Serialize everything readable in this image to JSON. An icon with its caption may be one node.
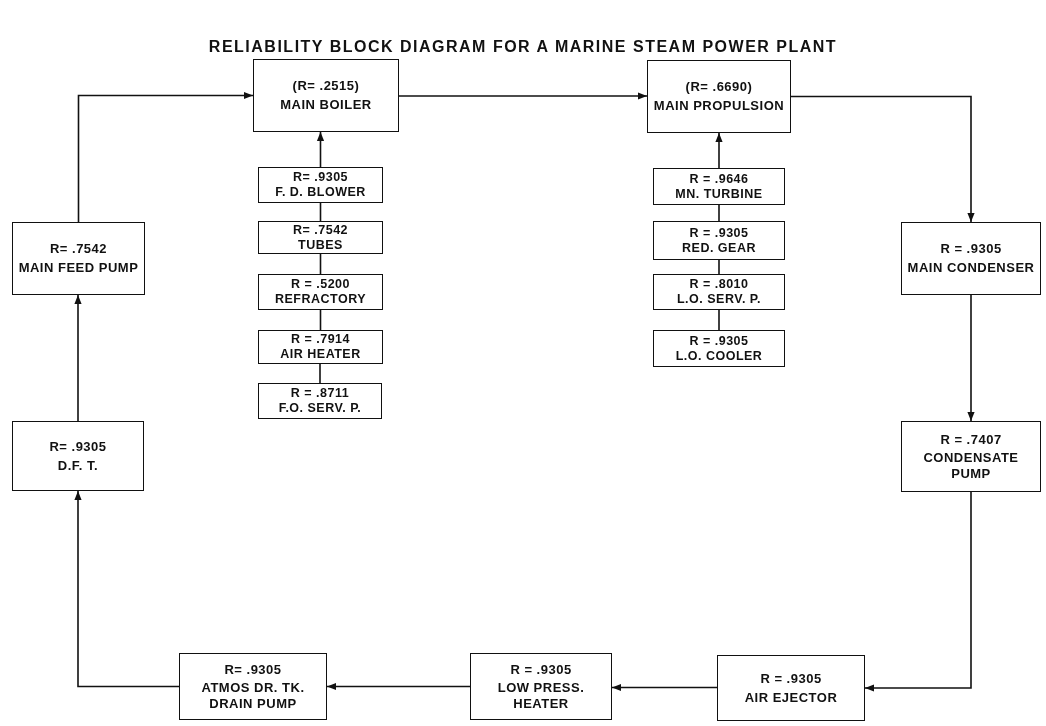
{
  "diagram": {
    "title": "RELIABILITY BLOCK DIAGRAM FOR A MARINE STEAM POWER PLANT",
    "nodes": [
      {
        "text": [
          "(R= .2515)",
          "MAIN BOILER"
        ]
      },
      {
        "text": [
          "(R= .6690)",
          "MAIN PROPULSION"
        ]
      },
      {
        "text": [
          "R= .9305",
          "F. D. BLOWER"
        ]
      },
      {
        "text": [
          "R= .7542",
          "TUBES"
        ]
      },
      {
        "text": [
          "R = .5200",
          "REFRACTORY"
        ]
      },
      {
        "text": [
          "R = .7914",
          "AIR HEATER"
        ]
      },
      {
        "text": [
          "R = .8711",
          "F.O. SERV. P."
        ]
      },
      {
        "text": [
          "R = .9646",
          "MN. TURBINE"
        ]
      },
      {
        "text": [
          "R = .9305",
          "RED. GEAR"
        ]
      },
      {
        "text": [
          "R = .8010",
          "L.O. SERV. P."
        ]
      },
      {
        "text": [
          "R = .9305",
          "L.O. COOLER"
        ]
      },
      {
        "text": [
          "R= .7542",
          "MAIN FEED PUMP"
        ]
      },
      {
        "text": [
          "R = .9305",
          "MAIN CONDENSER"
        ]
      },
      {
        "text": [
          "R= .9305",
          "D.F. T."
        ]
      },
      {
        "text": [
          "R = .7407",
          "CONDENSATE PUMP"
        ]
      },
      {
        "text": [
          "R= .9305",
          "ATMOS DR. TK. DRAIN PUMP"
        ]
      },
      {
        "text": [
          "R = .9305",
          "LOW PRESS. HEATER"
        ]
      },
      {
        "text": [
          "R = .9305",
          "AIR EJECTOR"
        ]
      }
    ],
    "edges": [
      {
        "from": 11,
        "to": 0,
        "arrow": "to"
      },
      {
        "from": 0,
        "to": 1,
        "arrow": "to"
      },
      {
        "from": 1,
        "to": 12,
        "arrow": "to"
      },
      {
        "from": 12,
        "to": 14,
        "arrow": "to"
      },
      {
        "from": 14,
        "to": 17,
        "arrow": "to"
      },
      {
        "from": 17,
        "to": 16,
        "arrow": "to"
      },
      {
        "from": 16,
        "to": 15,
        "arrow": "to"
      },
      {
        "from": 15,
        "to": 13,
        "arrow": "to"
      },
      {
        "from": 13,
        "to": 11,
        "arrow": "to"
      },
      {
        "from": 2,
        "to": 0,
        "arrow": "to"
      },
      {
        "from": 3,
        "to": 2,
        "arrow": "none"
      },
      {
        "from": 4,
        "to": 3,
        "arrow": "none"
      },
      {
        "from": 5,
        "to": 4,
        "arrow": "none"
      },
      {
        "from": 6,
        "to": 5,
        "arrow": "none"
      },
      {
        "from": 7,
        "to": 1,
        "arrow": "to"
      },
      {
        "from": 8,
        "to": 7,
        "arrow": "none"
      },
      {
        "from": 9,
        "to": 8,
        "arrow": "none"
      },
      {
        "from": 10,
        "to": 9,
        "arrow": "none"
      }
    ]
  }
}
